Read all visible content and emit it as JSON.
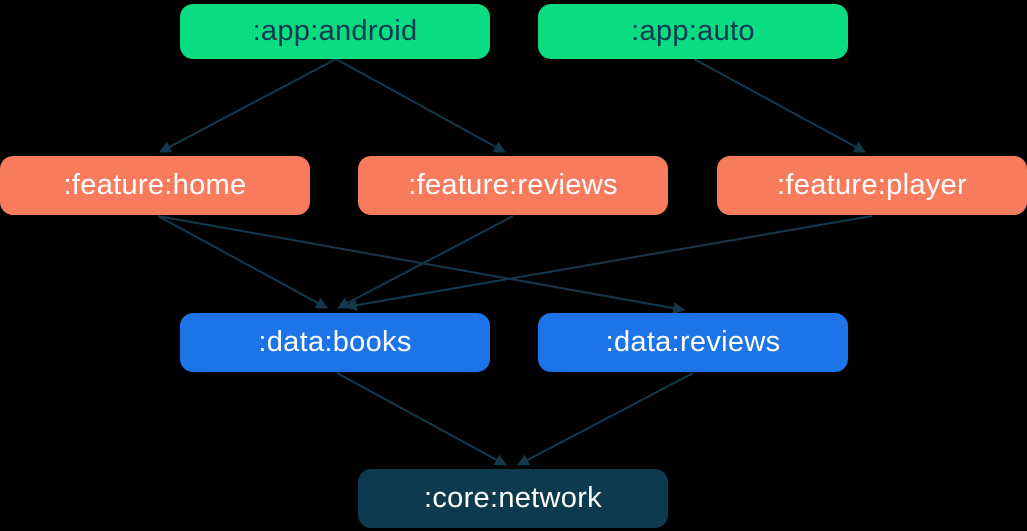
{
  "diagram": {
    "title": "module-dependency-graph",
    "nodes": [
      {
        "id": "app-android",
        "label": ":app:android",
        "type": "app"
      },
      {
        "id": "app-auto",
        "label": ":app:auto",
        "type": "app"
      },
      {
        "id": "feature-home",
        "label": ":feature:home",
        "type": "feature"
      },
      {
        "id": "feature-reviews",
        "label": ":feature:reviews",
        "type": "feature"
      },
      {
        "id": "feature-player",
        "label": ":feature:player",
        "type": "feature"
      },
      {
        "id": "data-books",
        "label": ":data:books",
        "type": "data"
      },
      {
        "id": "data-reviews",
        "label": ":data:reviews",
        "type": "data"
      },
      {
        "id": "core-network",
        "label": ":core:network",
        "type": "core"
      }
    ],
    "edges": [
      {
        "from": "app-android",
        "to": "feature-home"
      },
      {
        "from": "app-android",
        "to": "feature-reviews"
      },
      {
        "from": "app-auto",
        "to": "feature-player"
      },
      {
        "from": "feature-home",
        "to": "data-books"
      },
      {
        "from": "feature-home",
        "to": "data-reviews"
      },
      {
        "from": "feature-reviews",
        "to": "data-books"
      },
      {
        "from": "feature-player",
        "to": "data-books"
      },
      {
        "from": "data-books",
        "to": "core-network"
      },
      {
        "from": "data-reviews",
        "to": "core-network"
      }
    ],
    "colors": {
      "app": "#0ADC82",
      "feature": "#F97B5D",
      "data": "#1D73E8",
      "core": "#0E3A50",
      "edge": "#14384C",
      "app_text": "#0E3A50",
      "node_text": "#FFFFFF",
      "background": "#000000"
    }
  }
}
